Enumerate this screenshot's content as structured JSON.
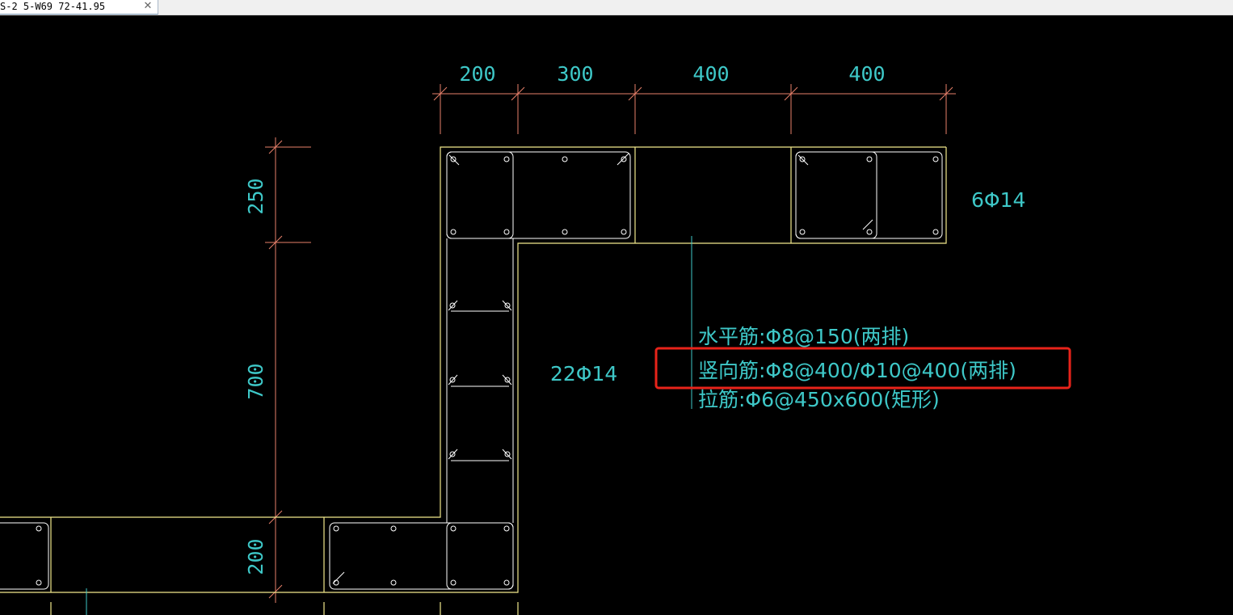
{
  "tab": {
    "title": "S-2 5-W69 72-41.95",
    "close_glyph": "✕"
  },
  "dimensions": {
    "top": [
      "200",
      "300",
      "400",
      "400"
    ],
    "left": [
      "250",
      "700",
      "200"
    ]
  },
  "rebar_labels": {
    "right_group": "6Φ14",
    "wall_group": "22Φ14"
  },
  "notes": {
    "horizontal": "水平筋:Φ8@150(两排)",
    "vertical": "竖向筋:Φ8@400/Φ10@400(两排)",
    "tie": "拉筋:Φ6@450x600(矩形)"
  },
  "colors": {
    "background": "#000000",
    "outline": "#f2e98c",
    "dimension_lines": "#e8806a",
    "text": "#3ec8c8",
    "rebar": "#ffffff",
    "highlight_box": "#e8231a"
  }
}
